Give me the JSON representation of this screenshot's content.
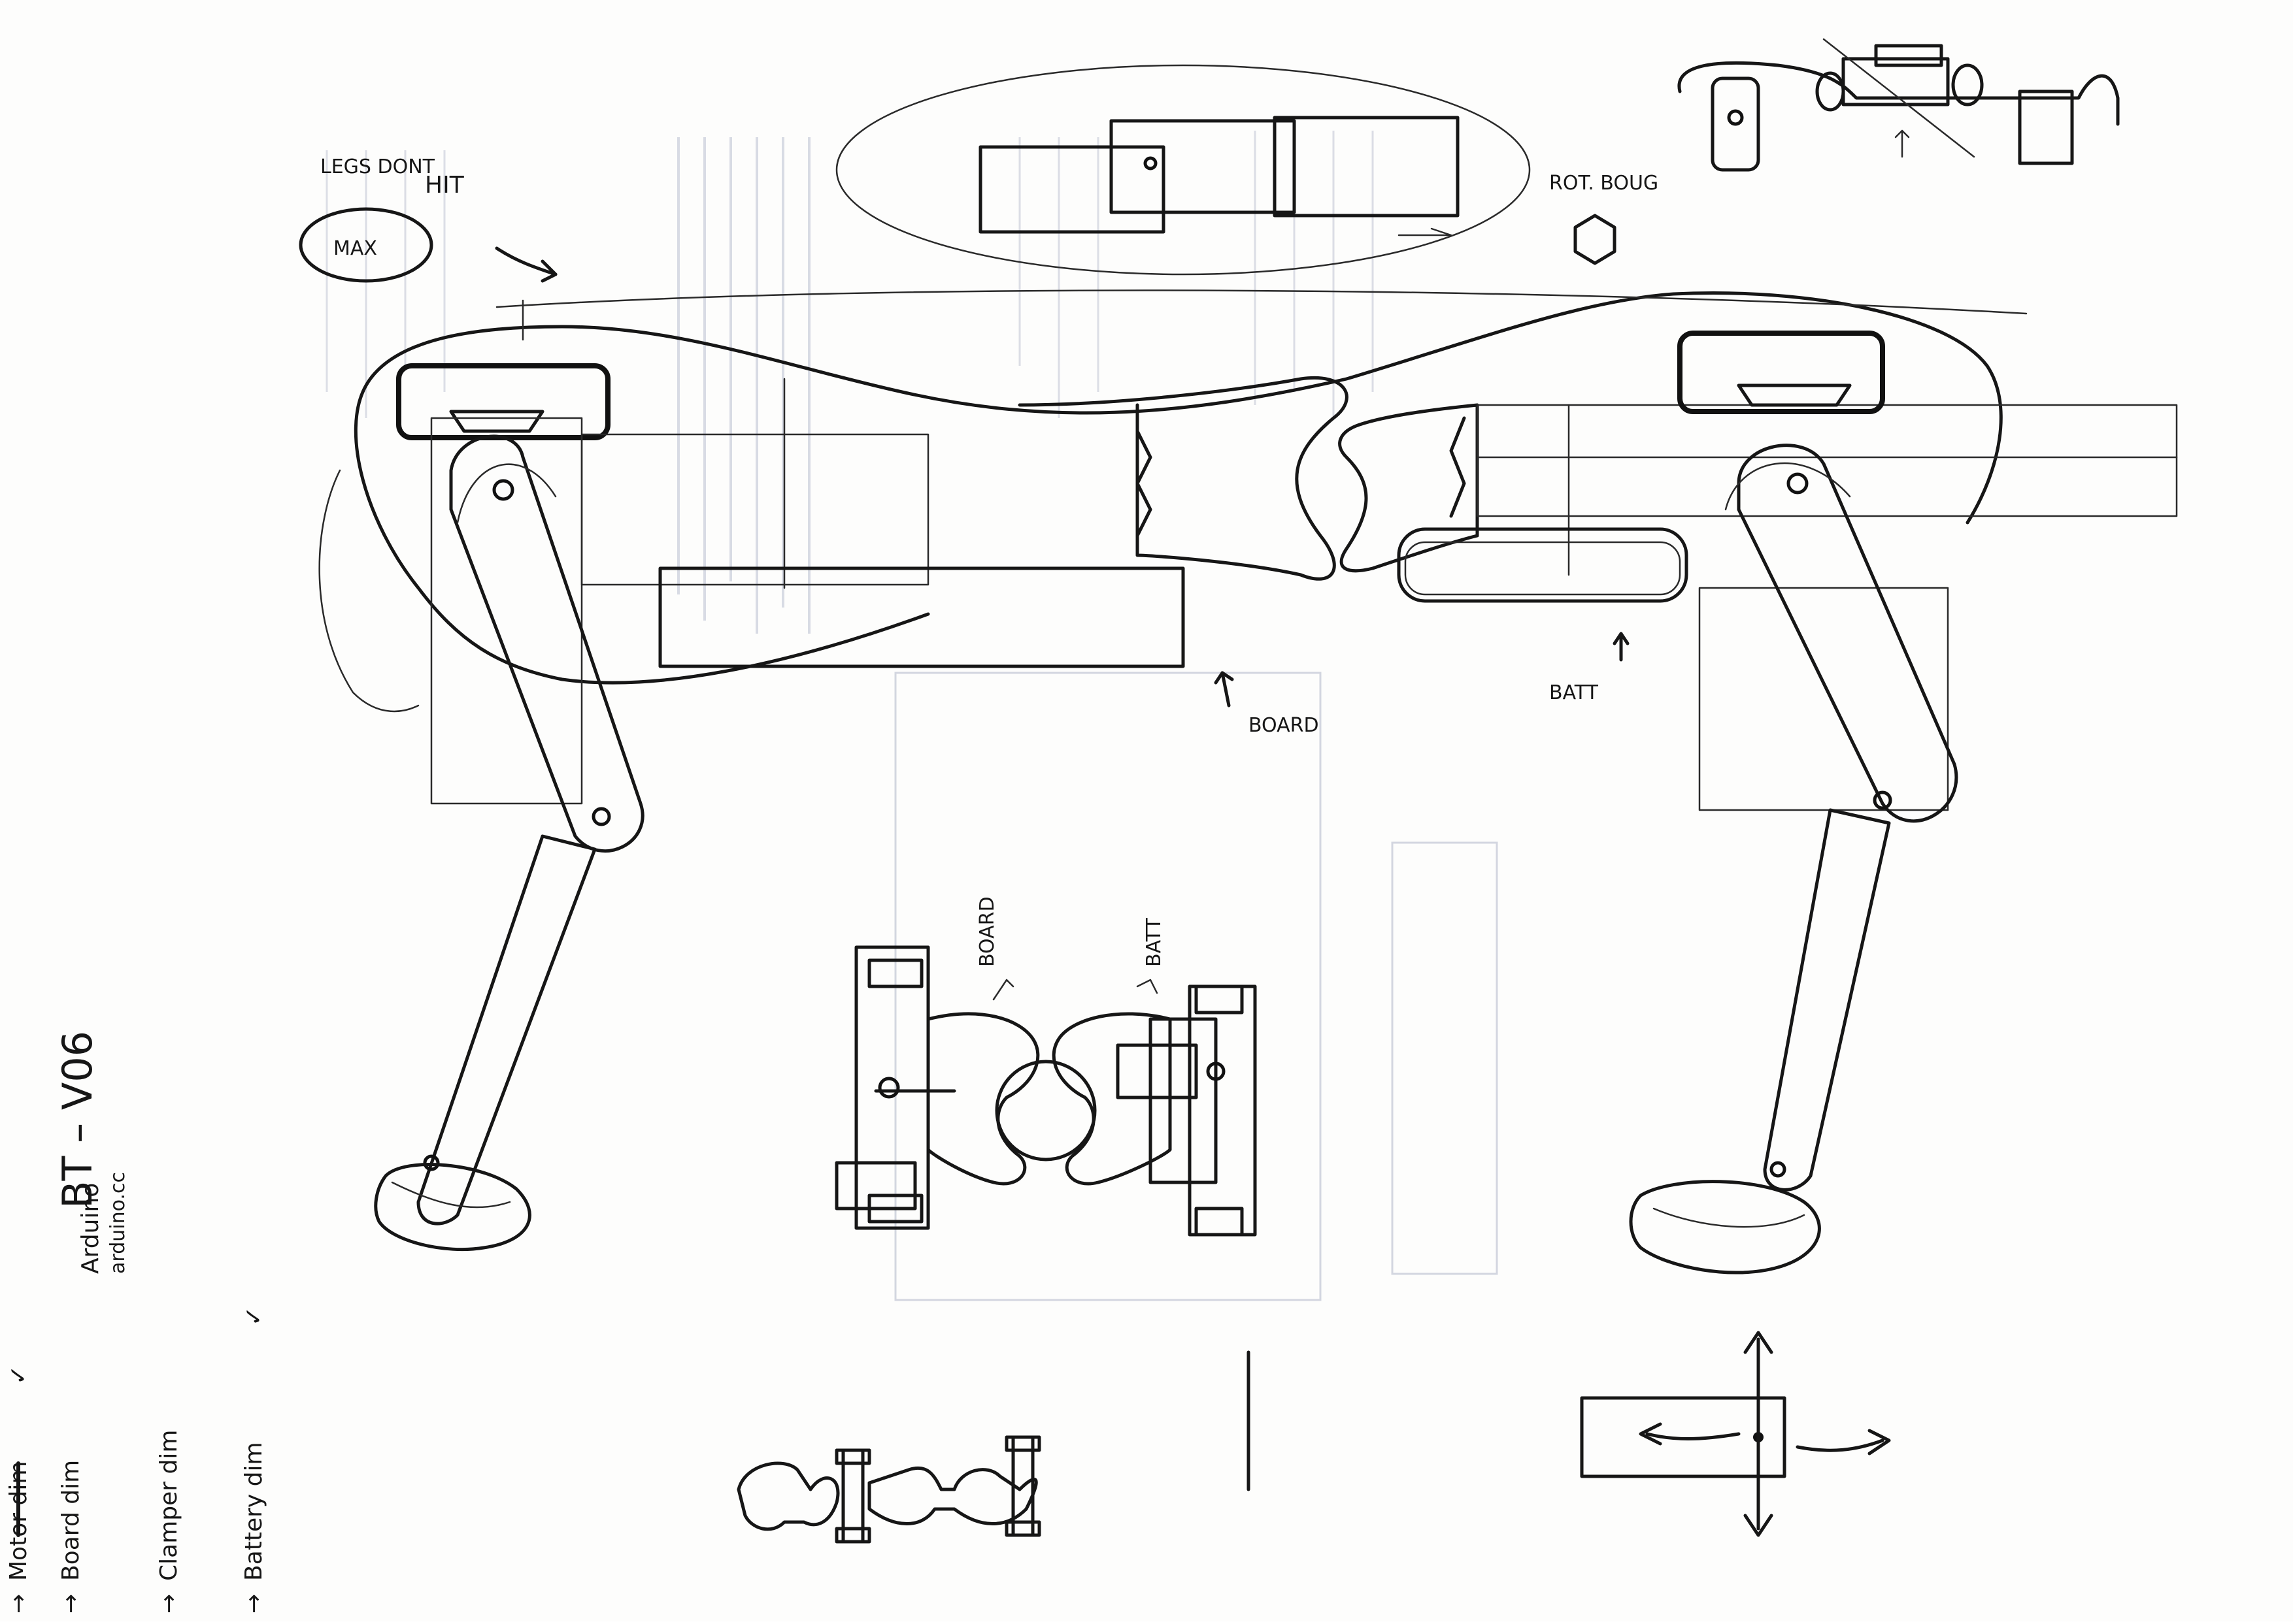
{
  "document": {
    "title": "BT – V06",
    "subtitle_lines": [
      "Arduino",
      "arduino.cc"
    ]
  },
  "labels": {
    "legs_note_line1": "LEGS DONT",
    "legs_note_line2": "HIT",
    "max": "MAX",
    "rotation": "ROT. BOUG",
    "board": "BOARD",
    "batt": "BATT",
    "top_board": "BOARD",
    "top_batt": "BATT"
  },
  "checklist": {
    "items": [
      {
        "text": "Motor dim",
        "checked": true,
        "struck": true
      },
      {
        "text": "Board dim",
        "checked": false,
        "struck": false
      },
      {
        "text": "Clamper dim",
        "checked": false,
        "struck": false
      },
      {
        "text": "Battery dim",
        "checked": true,
        "struck": false
      }
    ],
    "check_glyph": "✓",
    "bullet_glyph": "→"
  },
  "colors": {
    "ink": "#161616",
    "paper": "#fdfdfc",
    "ghost": "#d3d6e0"
  },
  "icons": {
    "hexagon": "hexagon-icon",
    "arrow": "arrow-icon",
    "checkmark": "checkmark-icon"
  }
}
